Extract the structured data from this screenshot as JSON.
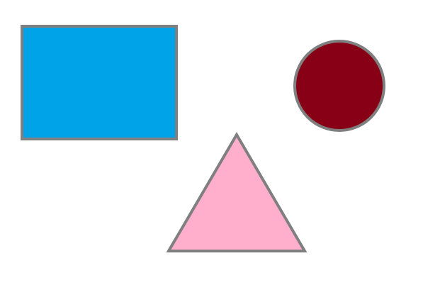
{
  "canvas": {
    "background": "#ffffff"
  },
  "shapes": [
    {
      "kind": "rectangle",
      "fill": "#00a2e8",
      "stroke": "#7f7f7f"
    },
    {
      "kind": "circle",
      "fill": "#880015",
      "stroke": "#7f7f7f"
    },
    {
      "kind": "triangle",
      "fill": "#ffaecc",
      "stroke": "#7f7f7f"
    }
  ]
}
